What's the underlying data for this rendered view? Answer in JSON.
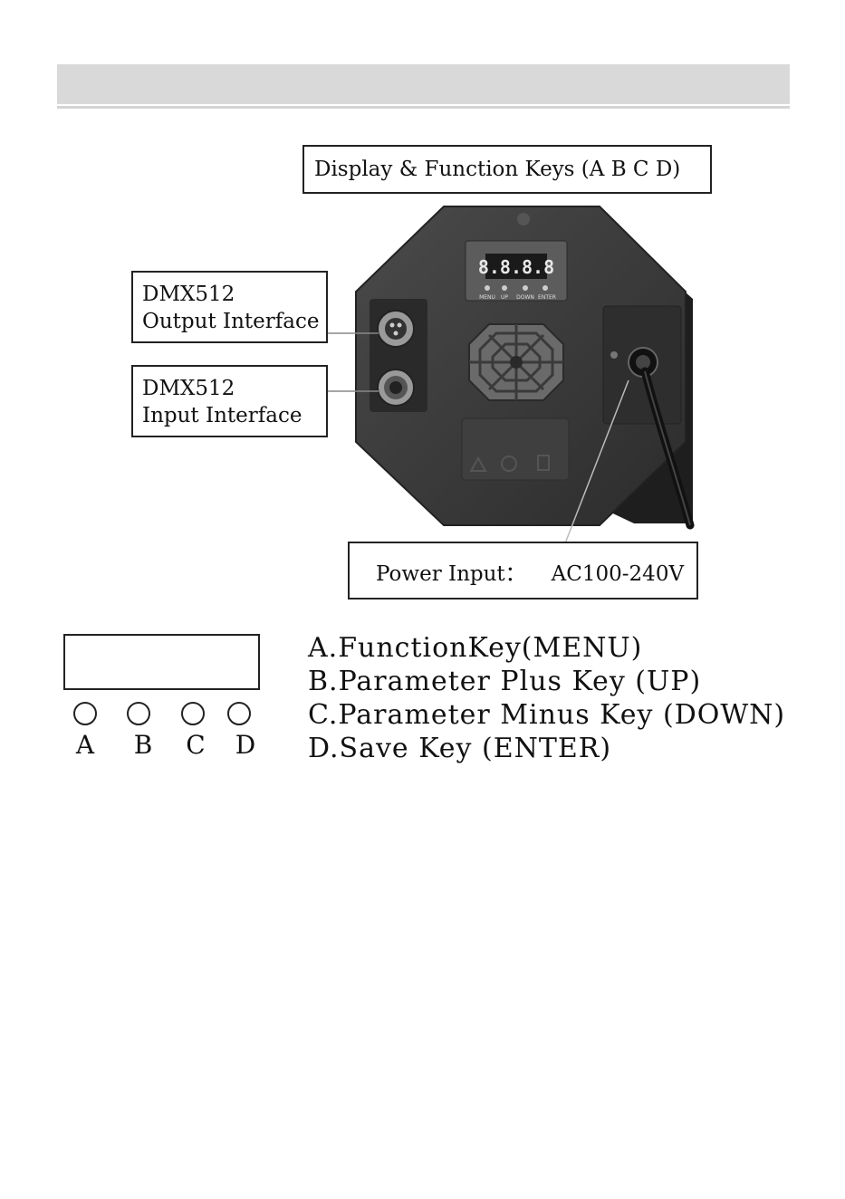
{
  "callouts": {
    "display": "Display & Function Keys (A B C D)",
    "output": [
      "DMX512",
      "Output Interface"
    ],
    "input": [
      "DMX512",
      "Input Interface"
    ],
    "power_label": "Power Input：",
    "power_value": "AC100-240V"
  },
  "device_panel": {
    "segment_display": "8.8.8.8",
    "button_labels": [
      "MENU",
      "UP",
      "DOWN",
      "ENTER"
    ]
  },
  "keypad": {
    "letters": [
      "A",
      "B",
      "C",
      "D"
    ]
  },
  "legend": [
    "A.FunctionKey(MENU)",
    "B.Parameter Plus Key (UP)",
    "C.Parameter Minus Key (DOWN)",
    "D.Save Key (ENTER)"
  ],
  "colors": {
    "header_bar": "#d9d9d9",
    "device_body": "#3a3a3a"
  }
}
